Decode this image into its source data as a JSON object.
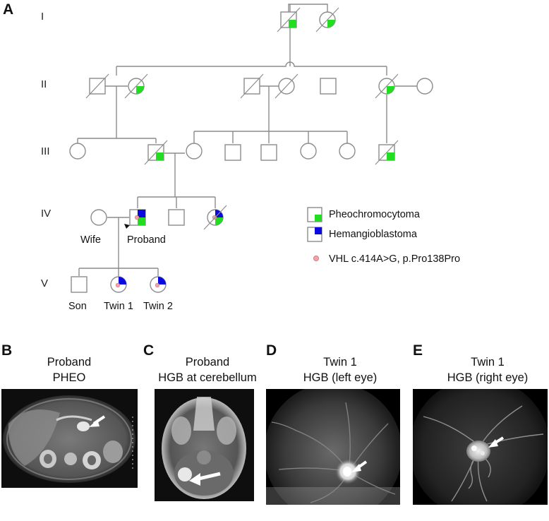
{
  "colors": {
    "pheochromocytoma": "#22dd22",
    "hemangioblastoma": "#0a0ae0",
    "variant": "#f1a3a8",
    "line": "#8c8c8c"
  },
  "panel_a": {
    "letter": "A",
    "generations": [
      "I",
      "II",
      "III",
      "IV",
      "V"
    ],
    "labels": {
      "wife": "Wife",
      "proband": "Proband",
      "son": "Son",
      "twin1": "Twin 1",
      "twin2": "Twin 2"
    },
    "legend": [
      {
        "label": "Pheochromocytoma",
        "icon": "square-lower-right-quadrant"
      },
      {
        "label": "Hemangioblastoma",
        "icon": "square-upper-right-quadrant"
      },
      {
        "label": "VHL c.414A>G, p.Pro138Pro",
        "icon": "small-pink-dot"
      }
    ]
  },
  "panels": [
    {
      "letter": "B",
      "title_line1": "Proband",
      "title_line2": "PHEO",
      "image": "abdominal-mri-scan"
    },
    {
      "letter": "C",
      "title_line1": "Proband",
      "title_line2": "HGB at cerebellum",
      "image": "brain-mri-scan"
    },
    {
      "letter": "D",
      "title_line1": "Twin 1",
      "title_line2": "HGB (left eye)",
      "image": "fundus-angiogram-left-eye"
    },
    {
      "letter": "E",
      "title_line1": "Twin 1",
      "title_line2": "HGB (right eye)",
      "image": "fundus-angiogram-right-eye"
    }
  ]
}
